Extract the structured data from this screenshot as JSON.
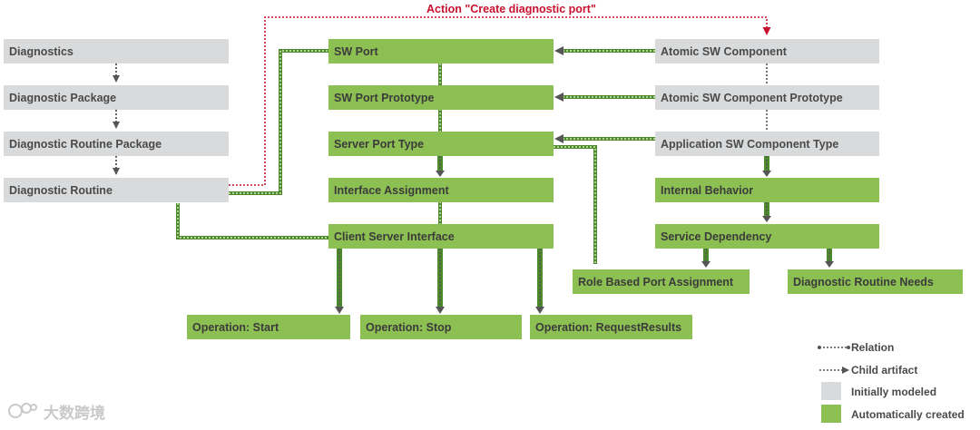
{
  "action_label": "Action \"Create diagnostic port\"",
  "left_column": [
    {
      "id": "diagnostics",
      "label": "Diagnostics"
    },
    {
      "id": "diagnostic-package",
      "label": "Diagnostic Package"
    },
    {
      "id": "diagnostic-routine-package",
      "label": "Diagnostic Routine Package"
    },
    {
      "id": "diagnostic-routine",
      "label": "Diagnostic Routine"
    }
  ],
  "middle_column": [
    {
      "id": "sw-port",
      "label": "SW Port"
    },
    {
      "id": "sw-port-prototype",
      "label": "SW Port Prototype"
    },
    {
      "id": "server-port-type",
      "label": "Server Port Type"
    },
    {
      "id": "interface-assignment",
      "label": "Interface Assignment"
    },
    {
      "id": "client-server-interface",
      "label": "Client Server Interface"
    }
  ],
  "right_column": [
    {
      "id": "atomic-sw-component",
      "label": "Atomic SW Component"
    },
    {
      "id": "atomic-sw-component-prototype",
      "label": "Atomic SW Component Prototype"
    },
    {
      "id": "application-sw-component-type",
      "label": "Application SW Component Type"
    },
    {
      "id": "internal-behavior",
      "label": "Internal Behavior"
    },
    {
      "id": "service-dependency",
      "label": "Service Dependency"
    }
  ],
  "operations": [
    {
      "id": "operation-start",
      "label": "Operation: Start"
    },
    {
      "id": "operation-stop",
      "label": "Operation: Stop"
    },
    {
      "id": "operation-request-results",
      "label": "Operation: RequestResults"
    }
  ],
  "lower_right": [
    {
      "id": "role-based-port-assignment",
      "label": "Role Based Port Assignment"
    },
    {
      "id": "diagnostic-routine-needs",
      "label": "Diagnostic Routine Needs"
    }
  ],
  "legend": {
    "relation": "Relation",
    "child_artifact": "Child artifact",
    "initially_modeled": "Initially modeled",
    "automatically_created": "Automatically created"
  },
  "colors": {
    "initially_modeled": "#d9dadb",
    "automatically_created": "#8dc052",
    "relation_line": "#4d8a2e",
    "action_line": "#c8102e",
    "arrow": "#555555"
  },
  "watermark": "大数跨境"
}
